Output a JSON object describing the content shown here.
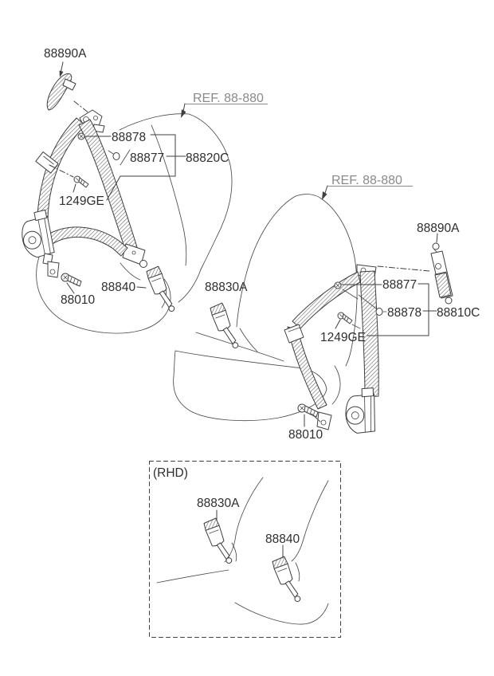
{
  "diagram": {
    "type": "seat-belt-parts-diagram",
    "background": "#ffffff",
    "line_color": "#3f3f3f",
    "text_color": "#2e2e2e",
    "ref_text_color": "#8a8a8a"
  },
  "labels": {
    "l88890a_top_left": "88890A",
    "ref_left": "REF. 88-880",
    "l88878_left": "88878",
    "l88877_left": "88877",
    "l88820c": "88820C",
    "l1249ge_left": "1249GE",
    "l88840": "88840",
    "l88010_left": "88010",
    "l88830a": "88830A",
    "ref_right": "REF. 88-880",
    "l88890a_right": "88890A",
    "l88877_right": "88877",
    "l88878_right": "88878",
    "l88810c": "88810C",
    "l1249ge_right": "1249GE",
    "l88010_right": "88010",
    "rhd_title": "(RHD)",
    "l88830a_rhd": "88830A",
    "l88840_rhd": "88840"
  }
}
